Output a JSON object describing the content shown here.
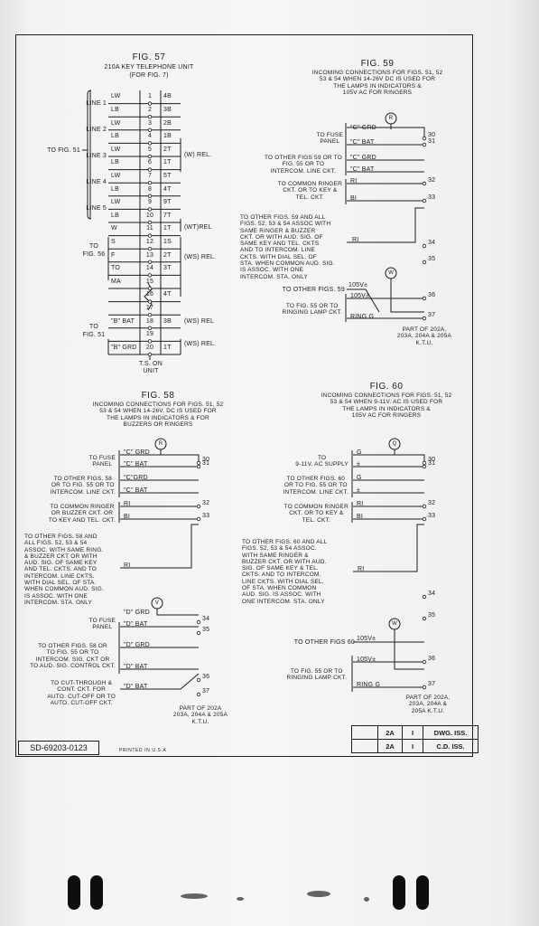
{
  "fig57": {
    "title": "FIG. 57",
    "subtitle": "210A KEY TELEPHONE UNIT",
    "subtitle2": "(FOR FIG. 7)",
    "to_fig51": "TO FIG. 51",
    "lines": [
      "LINE 1",
      "LINE 2",
      "LINE 3",
      "LINE 4",
      "LINE 5"
    ],
    "left_leads": [
      "LW",
      "LB",
      "LW",
      "LB",
      "LW",
      "LB",
      "LW",
      "LB",
      "LW",
      "LB",
      "W",
      "S",
      "F",
      "TO",
      "MA",
      "",
      "",
      "\"B\" BAT",
      "",
      "\"B\" GRD"
    ],
    "numbers": [
      "1",
      "2",
      "3",
      "4",
      "5",
      "6",
      "7",
      "8",
      "9",
      "10",
      "11",
      "12",
      "13",
      "14",
      "15",
      "16",
      "17",
      "18",
      "19",
      "20"
    ],
    "right_leads": [
      "4B",
      "3B",
      "2B",
      "1B",
      "2T",
      "1T",
      "5T",
      "4T",
      "9T",
      "7T",
      "1T",
      "1S",
      "2T",
      "3T",
      "",
      "4T",
      "",
      "3B",
      "",
      "1T"
    ],
    "w_rel": "(W) REL.",
    "wt_rel": "(WT)REL",
    "ws_rel": "(WS) REL.",
    "to_fig56": "TO\nFIG. 56",
    "to_fig51b": "TO\nFIG. 51",
    "ws_rel2": "(WS) REL",
    "ws_rel3": "(WS) REL.",
    "ts_on": "T.S. ON",
    "unit": "UNIT"
  },
  "fig59": {
    "title": "FIG. 59",
    "caption": "INCOMING CONNECTIONS FOR FIGS. 51, 52\n53 & 54 WHEN 14-26V DC IS USED FOR\nTHE LAMPS IN INDICATORS &\n105V AC FOR RINGERS",
    "r": "R",
    "w": "W",
    "to_fuse": "TO FUSE\nPANEL",
    "c_grd": "\"C\" GRD",
    "c_bat": "\"C\" BAT",
    "to_other": "TO OTHER FIGS 59 OR TO\nFIG. 55 OR TO\nINTERCOM. LINE CKT.",
    "c_grd2": "\"C\" GRD",
    "c_bat2": "\"C\" BAT",
    "to_common": "TO COMMON RINGER\nCKT. OR TO KEY &\nTEL. CKT.",
    "ri": "RI",
    "bi": "BI",
    "long": "TO OTHER FIGS. 59 AND ALL\nFIGS. 52, 53 & 54 ASSOC WITH\nSAME RINGER & BUZZER\nCKT. OR WITH AUD. SIG. OF\nSAME KEY AND TEL. CKTS\nAND TO INTERCOM. LINE\nCKTS. WITH DIAL SEL. OF\nSTA. WHEN COMMON AUD. SIG.\nIS ASSOC. WITH ONE\nINTERCOM. STA. ONLY",
    "ri2": "RI",
    "to_other59": "TO OTHER FIGS. 59",
    "v105a": "105V±",
    "v105b": "105V±",
    "to_fig55": "TO FIG. 55 OR TO\nRINGING LAMP CKT.",
    "ring_g": "RING G",
    "terms": [
      "30",
      "31",
      "32",
      "33",
      "34",
      "35",
      "36",
      "37"
    ],
    "part": "PART OF 202A,\n203A, 204A & 205A\nK.T.U."
  },
  "fig58": {
    "title": "FIG. 58",
    "caption": "INCOMING CONNECTIONS FOR FIGS. 51, 52\n53 & 54 WHEN 14-26V. DC IS USED FOR\nTHE LAMPS IN INDICATORS & FOR\nBUZZERS OR RINGERS",
    "r": "R",
    "v": "V",
    "to_fuse": "TO FUSE\nPANEL",
    "c_grd": "\"C\" GRD",
    "c_bat": "\"C\" BAT",
    "to_other": "TO OTHER FIGS. 58\nOR TO FIG. 55 OR TO\nINTERCOM. LINE CKT.",
    "c_grd2": "\"C\"GRD",
    "c_bat2": "\"C\" BAT",
    "to_common": "TO COMMON RINGER\nOR BUZZER CKT. OR\nTO KEY AND TEL. CKT.",
    "ri": "RI",
    "bi": "BI",
    "long": "TO OTHER FIGS. 58 AND\nALL FIGS. 52, 53 & 54\nASSOC. WITH SAME RING.\n& BUZZER CKT OR WITH\nAUD. SIG. OF SAME KEY\nAND TEL. CKTS. AND TO\nINTERCOM. LINE CKTS.\nWITH DIAL SEL. OF STA.\nWHEN COMMON AUD. SIG.\nIS ASSOC. WITH ONE\nINTERCOM. STA. ONLY",
    "ri2": "RI",
    "to_fuse2": "TO FUSE\nPANEL",
    "d_grd": "\"D\" GRD",
    "d_bat": "\"D\" BAT",
    "to_other2": "TO OTHER FIGS. 58 OR\nTO FIG. 55 OR TO\nINTERCOM. SIG. CKT OR\nTO AUD. SIG. CONTROL CKT.",
    "d_grd2": "\"D\" GRD",
    "d_bat2": "\"D\" BAT",
    "to_cut": "TO CUT-THROUGH &\nCONT. CKT. FOR\nAUTO. CUT-OFF OR TO\nAUTO. CUT-OFF CKT.",
    "d_bat3": "\"D\" BAT",
    "terms": [
      "30",
      "31",
      "32",
      "33",
      "34",
      "35",
      "36",
      "37"
    ],
    "part": "PART OF 202A\n203A, 204A & 205A\nK.T.U."
  },
  "fig60": {
    "title": "FIG. 60",
    "caption": "INCOMING CONNECTIONS FOR FIGS. 51, 52\n53 & 54 WHEN 9-11V. AC IS USED FOR\nTHE LAMPS IN INDICATORS &\n105V AC FOR RINGERS",
    "q": "Q",
    "w": "W",
    "to_supply": "TO\n9-11V. AC SUPPLY",
    "g": "G",
    "pm": "±",
    "to_other": "TO OTHER FIGS. 60\nOR TO FIG. 55 OR TO\nINTERCOM. LINE CKT.",
    "g2": "G",
    "pm2": "±",
    "to_common": "TO COMMON RINGER\nCKT. OR TO KEY &\nTEL. CKT.",
    "ri": "RI",
    "bi": "BI",
    "long": "TO OTHER FIGS. 60 AND ALL\nFIGS. 52, 53 & 54 ASSOC.\nWITH SAME RINGER &\nBUZZER CKT. OR WITH AUD.\nSIG. OF SAME KEY & TEL.\nCKTS. AND TO INTERCOM.\nLINE CKTS. WITH DIAL SEL.\nOF STA. WHEN COMMON\nAUD. SIG. IS ASSOC. WITH\nONE INTERCOM. STA. ONLY",
    "ri2": "RI",
    "to_other60": "TO OTHER FIGS 60",
    "v105a": "105V±",
    "v105b": "105V±",
    "to_fig55": "TO FIG. 55 OR TO\nRINGING LAMP CKT.",
    "ring_g": "RING G",
    "terms": [
      "30",
      "31",
      "32",
      "33",
      "34",
      "35",
      "36",
      "37"
    ],
    "part": "PART OF 202A,\n203A, 204A &\n205A K.T.U."
  },
  "revision_table": {
    "rows": [
      {
        "a": "2A",
        "b": "I",
        "c": "DWG. ISS."
      },
      {
        "a": "2A",
        "b": "I",
        "c": "C.D. ISS."
      }
    ]
  },
  "drawing_number": "SD-69203-0123",
  "printed": "PRINTED IN U.S.A"
}
